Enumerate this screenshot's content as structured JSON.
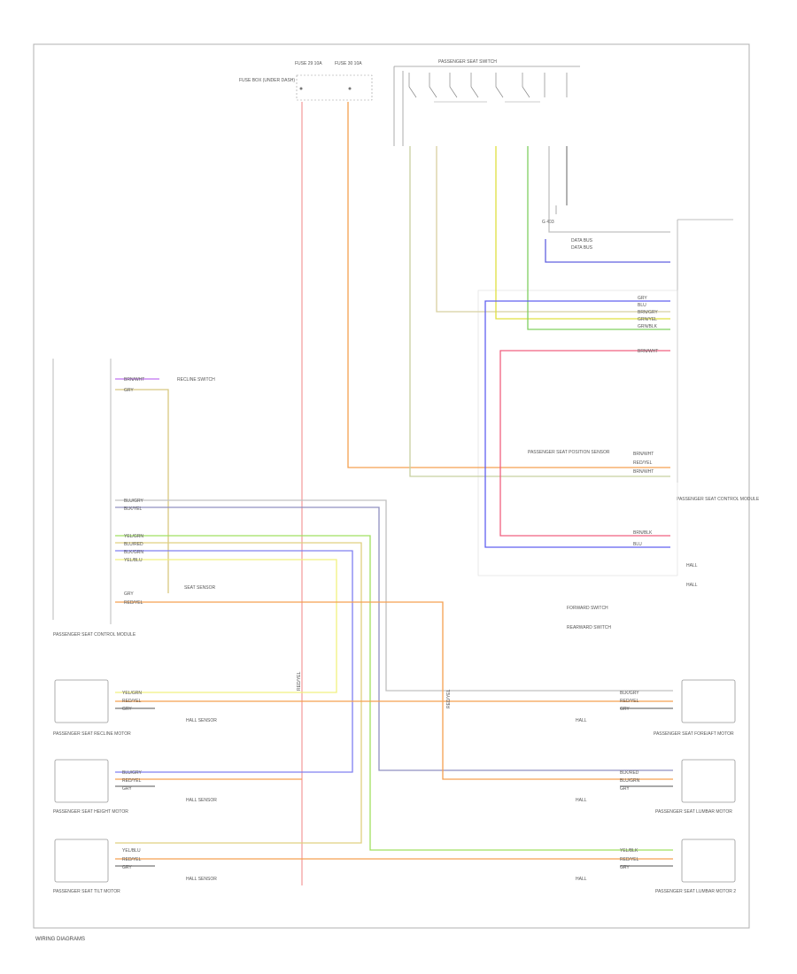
{
  "page": {
    "footer_text": "WIRING DIAGRAMS"
  },
  "top": {
    "fuse_left_label": "FUSE 29 10A",
    "fuse_right_label": "FUSE 30 10A",
    "fuse_box_caption": "FUSE BOX (UNDER DASH)",
    "switch_header": "PASSENGER SEAT SWITCH",
    "ground_label": "G 403"
  },
  "right_module": {
    "title": "PASSENGER SEAT CONTROL MODULE",
    "header_labels": [
      "DATA BUS",
      "DATA BUS"
    ],
    "pin_wires": [
      "GRY",
      "BLU",
      "BRN/GRY",
      "GRN/YEL",
      "GRN/BLK",
      "BRN/WHT"
    ],
    "lower_wires": [
      "BRN/WHT",
      "RED/YEL",
      "BRN/WHT"
    ],
    "bottom_wires": [
      "BRN/BLK",
      "BLU"
    ],
    "center_note": "PASSENGER SEAT POSITION SENSOR",
    "hall_labels": [
      "HALL",
      "HALL"
    ],
    "lower_right_items": [
      "FORWARD SWITCH",
      "REARWARD SWITCH"
    ]
  },
  "left_module": {
    "title": "PASSENGER SEAT CONTROL MODULE",
    "top_wires": [
      "BRN/WHT",
      "GRY"
    ],
    "top_note": "RECLINE SWITCH",
    "mid_wires": [
      "BLU/GRY",
      "BLK/YEL",
      "YEL/GRN",
      "BLU/RED",
      "BLK/GRN",
      "YEL/BLU"
    ],
    "low_wires": [
      "GRY",
      "RED/YEL"
    ],
    "low_note": "SEAT SENSOR"
  },
  "motors": {
    "left": [
      {
        "label": "PASSENGER SEAT RECLINE MOTOR",
        "wires": [
          "YEL/GRN",
          "RED/YEL",
          "GRY"
        ],
        "sensor": "HALL SENSOR"
      },
      {
        "label": "PASSENGER SEAT HEIGHT MOTOR",
        "wires": [
          "BLU/GRY",
          "RED/YEL",
          "GRY"
        ],
        "sensor": "HALL SENSOR"
      },
      {
        "label": "PASSENGER SEAT TILT MOTOR",
        "wires": [
          "YEL/BLU",
          "RED/YEL",
          "GRY"
        ],
        "sensor": "HALL SENSOR"
      }
    ],
    "right": [
      {
        "label": "PASSENGER SEAT FORE/AFT MOTOR",
        "wires": [
          "BLK/GRY",
          "RED/YEL",
          "GRY"
        ],
        "sensor": "HALL"
      },
      {
        "label": "PASSENGER SEAT LUMBAR MOTOR",
        "wires": [
          "BLK/RED",
          "BLU/GRN",
          "GRY"
        ],
        "sensor": "HALL"
      },
      {
        "label": "PASSENGER SEAT LUMBAR MOTOR 2",
        "wires": [
          "YEL/BLK",
          "RED/YEL",
          "GRY"
        ],
        "sensor": "HALL"
      }
    ],
    "center_wire_label": "RED/YEL"
  }
}
